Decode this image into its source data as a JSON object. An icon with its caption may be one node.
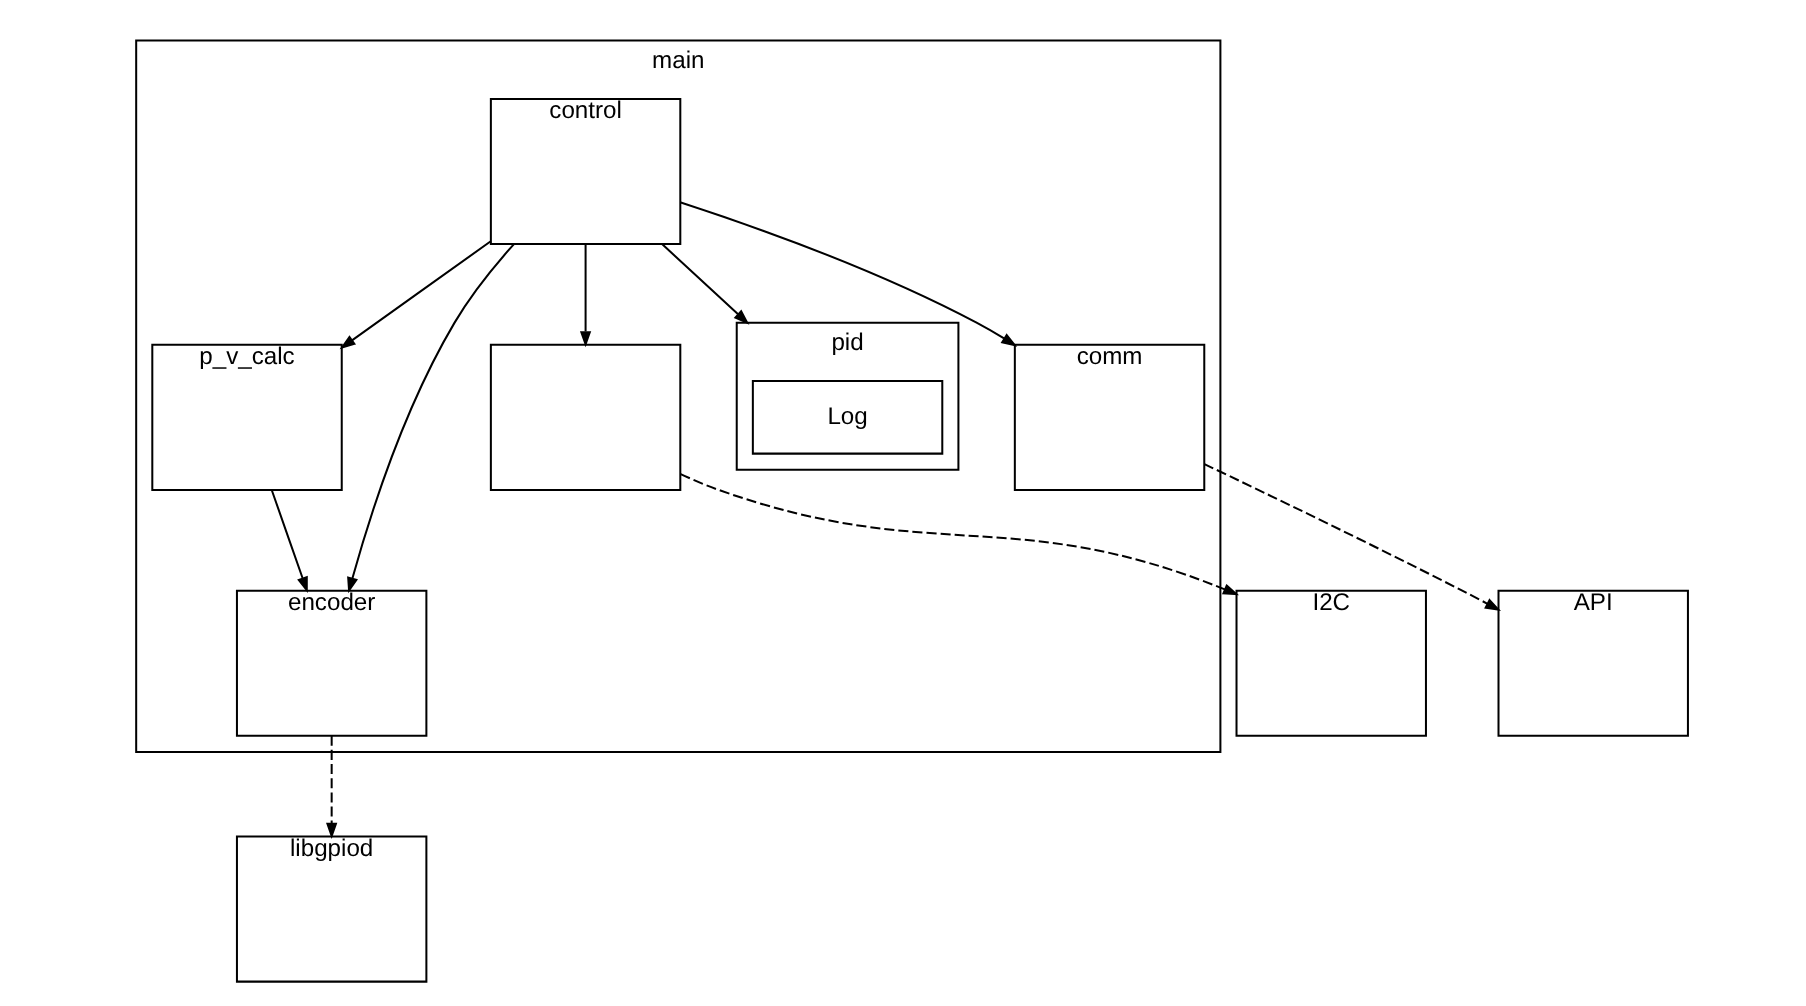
{
  "diagram": {
    "nodes": [
      {
        "text": [
          "main"
        ]
      },
      {
        "text": [
          "control"
        ],
        "in": 0
      },
      {
        "text": [
          "p_v_calc"
        ],
        "in": 0
      },
      {
        "text": [
          "encoder"
        ],
        "in": 0
      },
      {
        "text": [],
        "shape": "box",
        "in": 0
      },
      {
        "text": [
          "pid"
        ],
        "in": 0
      },
      {
        "text": [
          "Log"
        ],
        "in": 5
      },
      {
        "text": [
          "comm"
        ],
        "in": 0
      },
      {
        "text": [
          "libgpiod"
        ]
      },
      {
        "text": [
          "I2C"
        ]
      },
      {
        "text": [
          "API"
        ]
      }
    ],
    "edges": [
      {
        "from": 1,
        "to": 2,
        "arrow": "to"
      },
      {
        "from": 1,
        "to": 3,
        "arrow": "to"
      },
      {
        "from": 1,
        "to": 4,
        "arrow": "to"
      },
      {
        "from": 1,
        "to": 5,
        "arrow": "to"
      },
      {
        "from": 1,
        "to": 7,
        "arrow": "to"
      },
      {
        "from": 2,
        "to": 3,
        "arrow": "to"
      },
      {
        "from": 3,
        "to": 8,
        "arrow": "to",
        "style": "dashed"
      },
      {
        "from": 4,
        "to": 9,
        "arrow": "to",
        "style": "dashed"
      },
      {
        "from": 7,
        "to": 10,
        "arrow": "to",
        "style": "dashed"
      }
    ]
  }
}
